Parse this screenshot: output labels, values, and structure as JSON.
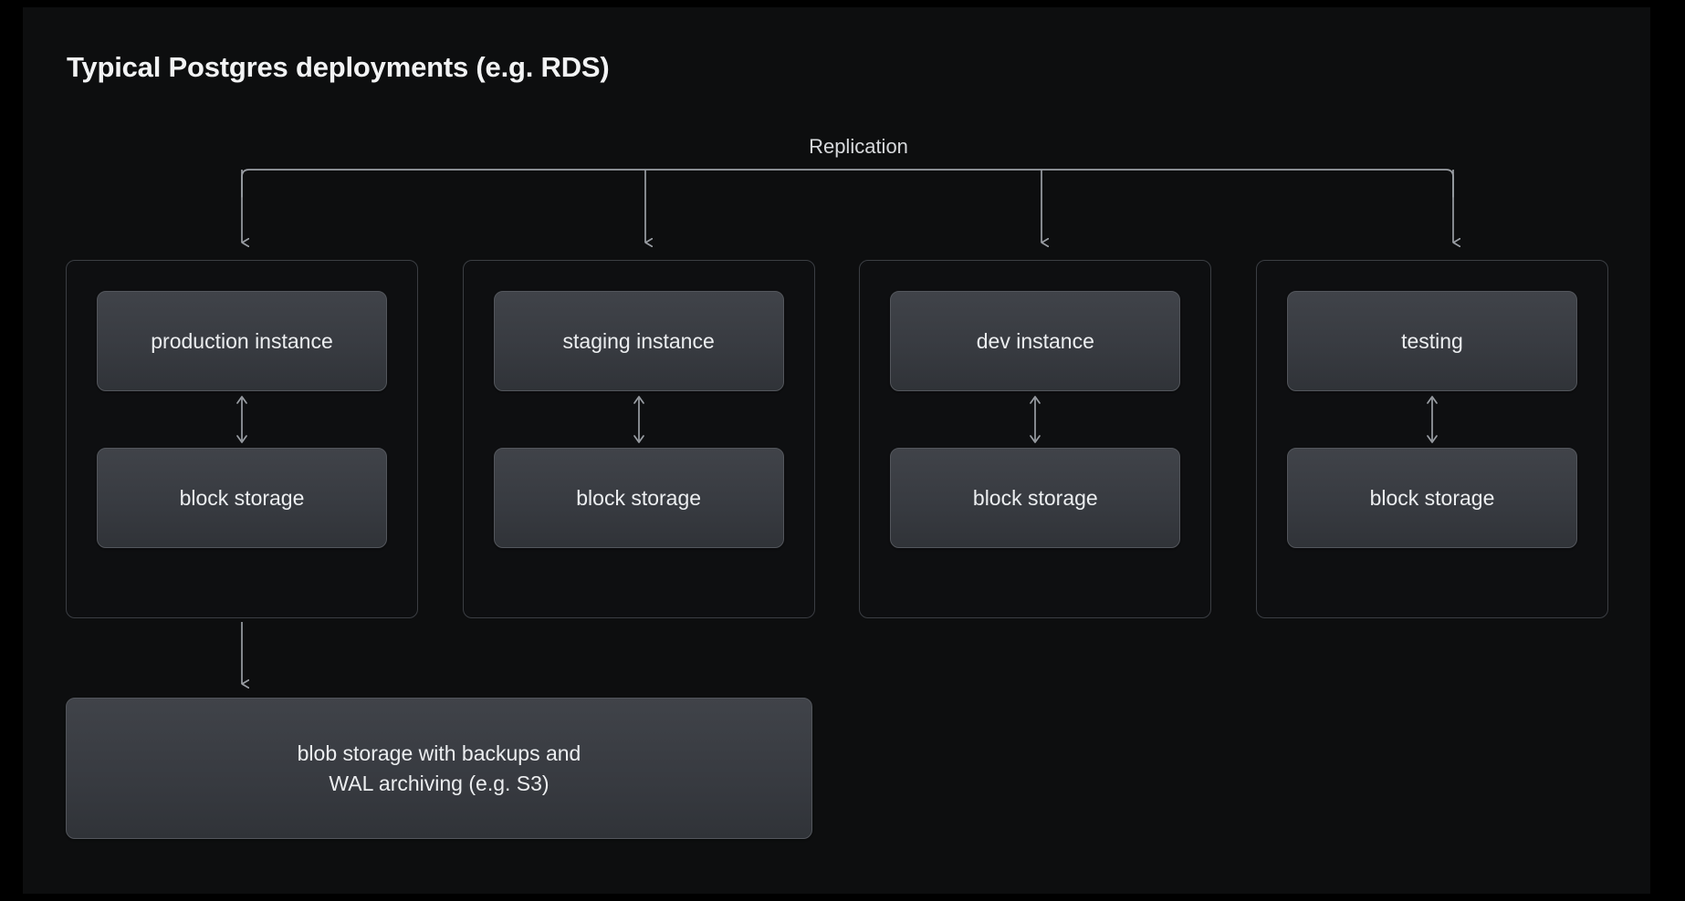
{
  "title": "Typical Postgres deployments (e.g. RDS)",
  "replication": {
    "label": "Replication"
  },
  "panels": [
    {
      "id": "production",
      "instance_label": "production instance",
      "storage_label": "block storage"
    },
    {
      "id": "staging",
      "instance_label": "staging instance",
      "storage_label": "block storage"
    },
    {
      "id": "dev",
      "instance_label": "dev instance",
      "storage_label": "block storage"
    },
    {
      "id": "testing",
      "instance_label": "testing",
      "storage_label": "block storage"
    }
  ],
  "blob_storage": {
    "line1": "blob storage with backups and",
    "line2": "WAL archiving (e.g. S3)"
  },
  "colors": {
    "page_background": "#000000",
    "canvas_background": "#0d0e0f",
    "panel_border": "#3b3e43",
    "node_border": "#53565c",
    "node_fill_top": "#404349",
    "node_fill_bottom": "#303338",
    "text_primary": "#eceef0",
    "text_title": "#f2f3f4",
    "connector_stroke": "#9a9ea4"
  },
  "diagram_data": {
    "type": "flow-diagram",
    "root_label": "Replication",
    "edges": [
      {
        "from": "replication",
        "to": "production instance",
        "style": "single-arrow-down"
      },
      {
        "from": "replication",
        "to": "staging instance",
        "style": "single-arrow-down"
      },
      {
        "from": "replication",
        "to": "dev instance",
        "style": "single-arrow-down"
      },
      {
        "from": "replication",
        "to": "testing",
        "style": "single-arrow-down"
      },
      {
        "from": "production instance",
        "to": "block storage",
        "style": "double-arrow-vertical"
      },
      {
        "from": "staging instance",
        "to": "block storage",
        "style": "double-arrow-vertical"
      },
      {
        "from": "dev instance",
        "to": "block storage",
        "style": "double-arrow-vertical"
      },
      {
        "from": "testing",
        "to": "block storage",
        "style": "double-arrow-vertical"
      },
      {
        "from": "production panel",
        "to": "blob storage with backups and WAL archiving (e.g. S3)",
        "style": "single-arrow-down"
      }
    ]
  }
}
